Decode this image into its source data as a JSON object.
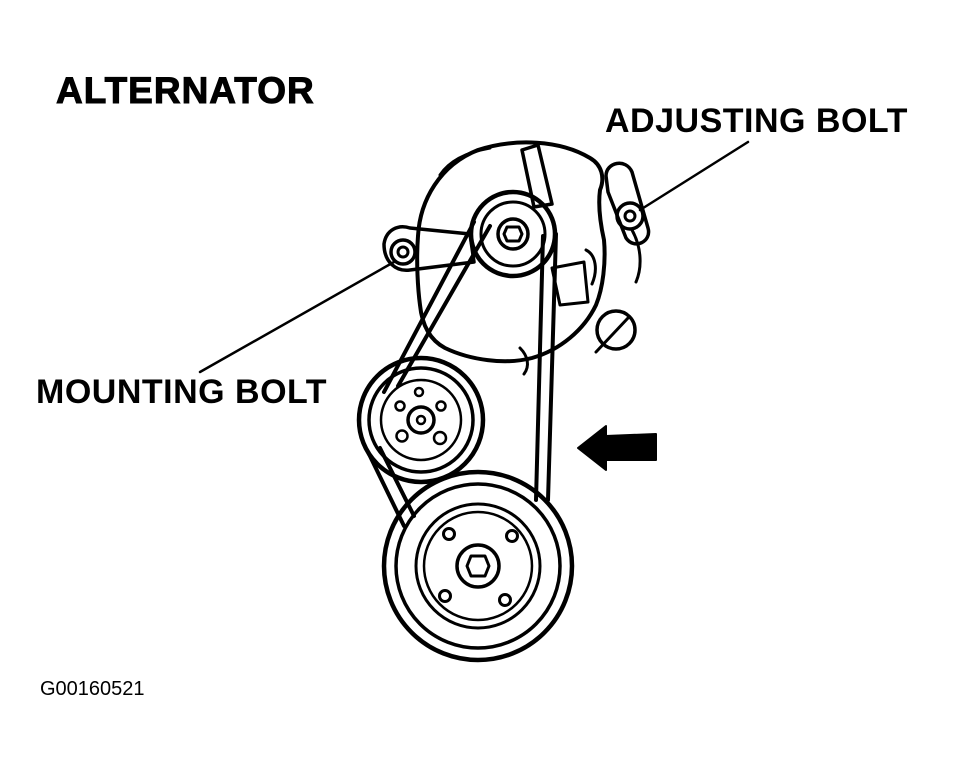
{
  "labels": {
    "title": "ALTERNATOR",
    "adjusting_bolt": "ADJUSTING BOLT",
    "mounting_bolt": "MOUNTING BOLT",
    "figure_code": "G00160521"
  },
  "components": {
    "alternator": "alternator-housing",
    "alternator_pulley": "alternator-pulley",
    "idler_pulley": "idler-pulley",
    "crank_pulley": "crankshaft-pulley",
    "belt": "drive-belt",
    "direction_arrow": "left-arrow-icon"
  },
  "colors": {
    "ink": "#000000",
    "paper": "#ffffff"
  }
}
